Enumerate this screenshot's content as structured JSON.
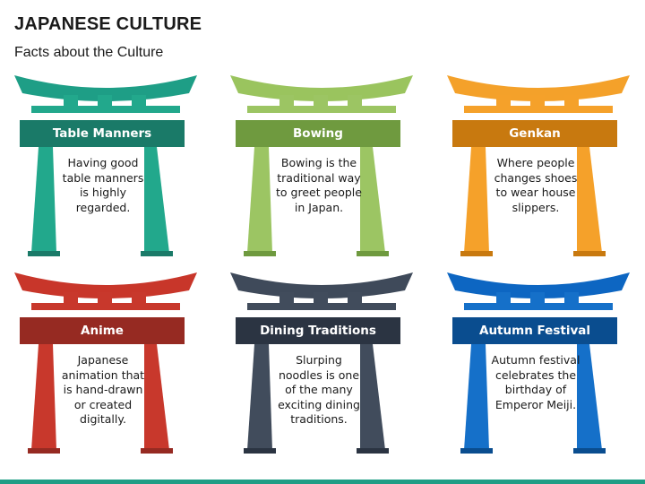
{
  "title": "JAPANESE CULTURE",
  "subtitle": "Facts about the Culture",
  "accent_bar_color": "#1f9e86",
  "gates": [
    {
      "label": "Table Manners",
      "text": "Having good table manners is highly regarded.",
      "colors": {
        "top": "#1e9e86",
        "band": "#1a7a68",
        "pillar": "#22a88c"
      }
    },
    {
      "label": "Bowing",
      "text": "Bowing is the traditional way to greet people in Japan.",
      "colors": {
        "top": "#9ac45e",
        "band": "#6f9a3f",
        "pillar": "#9cc563"
      }
    },
    {
      "label": "Genkan",
      "text": "Where people changes shoes to wear house slippers.",
      "colors": {
        "top": "#f4a12a",
        "band": "#c8790f",
        "pillar": "#f5a12a"
      }
    },
    {
      "label": "Anime",
      "text": "Japanese animation that is hand-drawn or created digitally.",
      "colors": {
        "top": "#c8362a",
        "band": "#962a22",
        "pillar": "#c8382c"
      }
    },
    {
      "label": "Dining Traditions",
      "text": "Slurping noodles is one of the many exciting dining traditions.",
      "colors": {
        "top": "#3f4a5a",
        "band": "#2b3442",
        "pillar": "#414c5c"
      }
    },
    {
      "label": "Autumn Festival",
      "text": "Autumn festival celebrates the birthday of Emperor Meiji.",
      "colors": {
        "top": "#0d66c2",
        "band": "#0a4d8f",
        "pillar": "#1570c9"
      }
    }
  ]
}
